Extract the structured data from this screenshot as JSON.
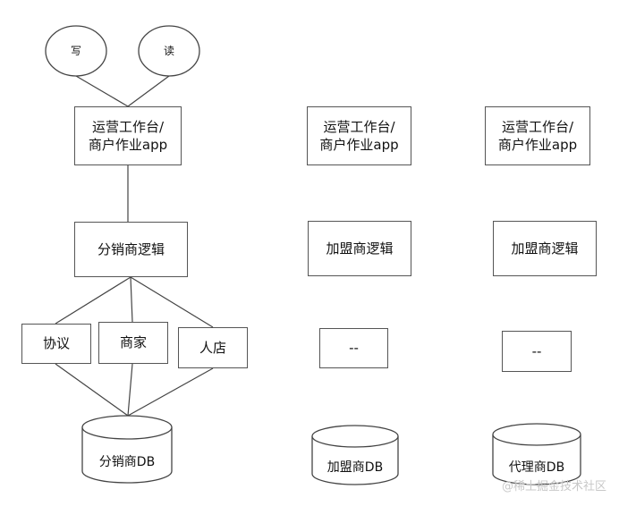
{
  "left_column": {
    "circle_write": "写",
    "circle_read": "读",
    "workbench": "运营工作台/\n商户作业app",
    "logic": "分销商逻辑",
    "sub_modules": [
      "协议",
      "商家",
      "人店"
    ],
    "db": "分销商DB"
  },
  "middle_column": {
    "workbench": "运营工作台/\n商户作业app",
    "logic": "加盟商逻辑",
    "placeholder": "--",
    "db": "加盟商DB"
  },
  "right_column": {
    "workbench": "运营工作台/\n商户作业app",
    "logic": "加盟商逻辑",
    "placeholder": "--",
    "db": "代理商DB"
  },
  "watermark": "@稀土掘金技术社区"
}
